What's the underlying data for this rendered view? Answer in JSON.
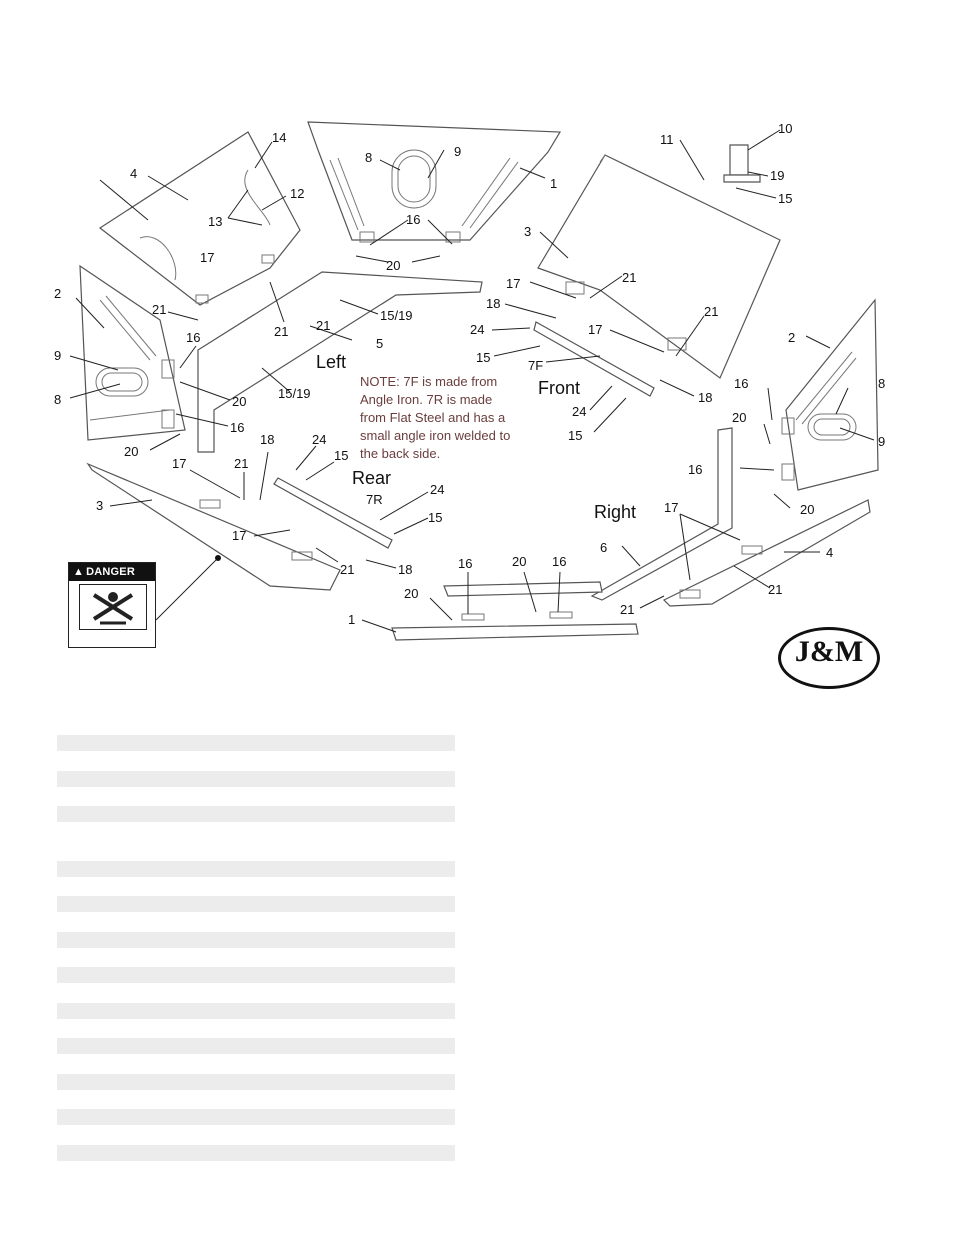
{
  "callouts": {
    "c1_top": "1",
    "c1_bottom": "1",
    "c2_left": "2",
    "c2_right": "2",
    "c3_top": "3",
    "c3_left": "3",
    "c4_top": "4",
    "c4_right": "4",
    "c5": "5",
    "c6": "6",
    "c7F": "7F",
    "c7R": "7R",
    "c8_top": "8",
    "c8_left": "8",
    "c8_right": "8",
    "c9_top": "9",
    "c9_left": "9",
    "c9_right": "9",
    "c10": "10",
    "c11": "11",
    "c12": "12",
    "c13": "13",
    "c14": "14",
    "c15_hw": "15",
    "c15_front1": "15",
    "c15_front2": "15",
    "c15_rear1": "15",
    "c15_rear2": "15",
    "c15_19_a": "15/19",
    "c15_19_b": "15/19",
    "c16_top": "16",
    "c16_left1": "16",
    "c16_left2": "16",
    "c16_right1": "16",
    "c16_right2": "16",
    "c16_bot1": "16",
    "c16_bot2": "16",
    "c17_a": "17",
    "c17_b": "17",
    "c17_c": "17",
    "c17_d": "17",
    "c17_e": "17",
    "c17_f": "17",
    "c18_a": "18",
    "c18_b": "18",
    "c18_c": "18",
    "c18_d": "18",
    "c19": "19",
    "c20_top": "20",
    "c20_left1": "20",
    "c20_left2": "20",
    "c20_right1": "20",
    "c20_right2": "20",
    "c20_bot1": "20",
    "c20_bot2": "20",
    "c21_a": "21",
    "c21_b": "21",
    "c21_c": "21",
    "c21_d": "21",
    "c21_e": "21",
    "c21_f": "21",
    "c21_g": "21",
    "c21_h": "21",
    "c21_i": "21",
    "c24_a": "24",
    "c24_b": "24",
    "c24_c": "24",
    "c24_d": "24"
  },
  "labels": {
    "left": "Left",
    "front": "Front",
    "rear": "Rear",
    "right": "Right"
  },
  "note": {
    "line1": "NOTE:  7F is made from",
    "line2": "Angle Iron.  7R is made",
    "line3": "from Flat Steel and has a",
    "line4": "small angle iron welded to",
    "line5": "the back side."
  },
  "danger": {
    "header": "DANGER"
  },
  "logo": {
    "mark": "J&M"
  },
  "colors": {
    "note_text": "#6b3d3d",
    "line": "#555555",
    "table_row": "#ececec"
  }
}
